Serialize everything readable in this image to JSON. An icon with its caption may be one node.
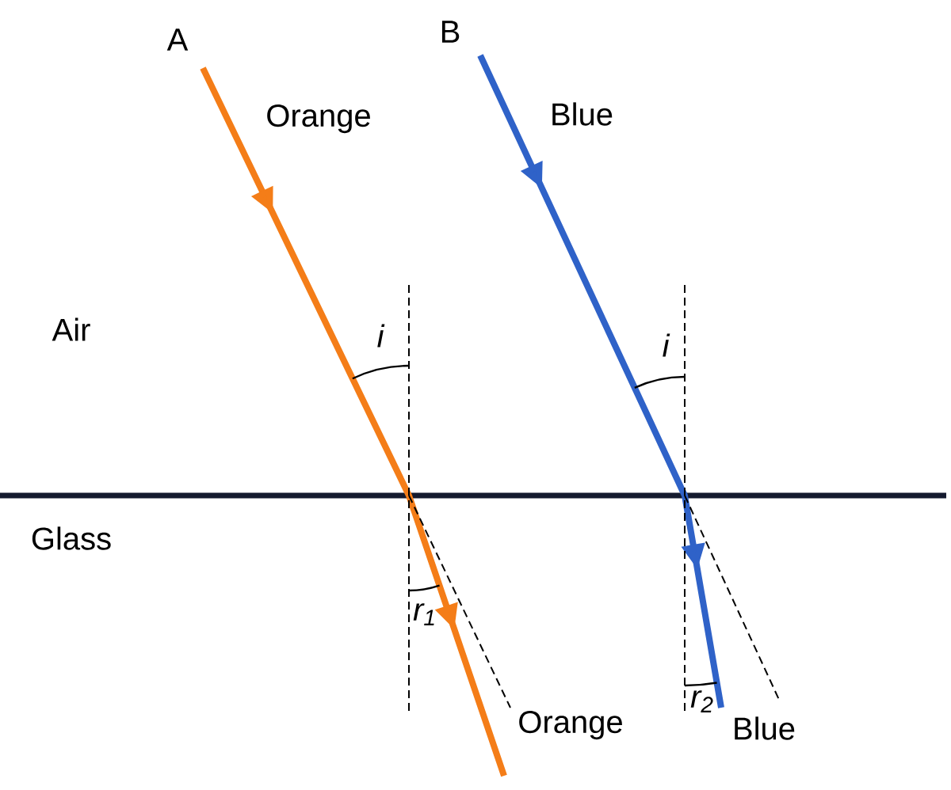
{
  "diagram": {
    "labels": [
      "A",
      "Orange",
      "B",
      "Blue",
      "Air",
      "i",
      "i",
      "Glass",
      "r$_{1}$",
      "Orange",
      "r$_{2}$",
      "Blue"
    ]
  }
}
